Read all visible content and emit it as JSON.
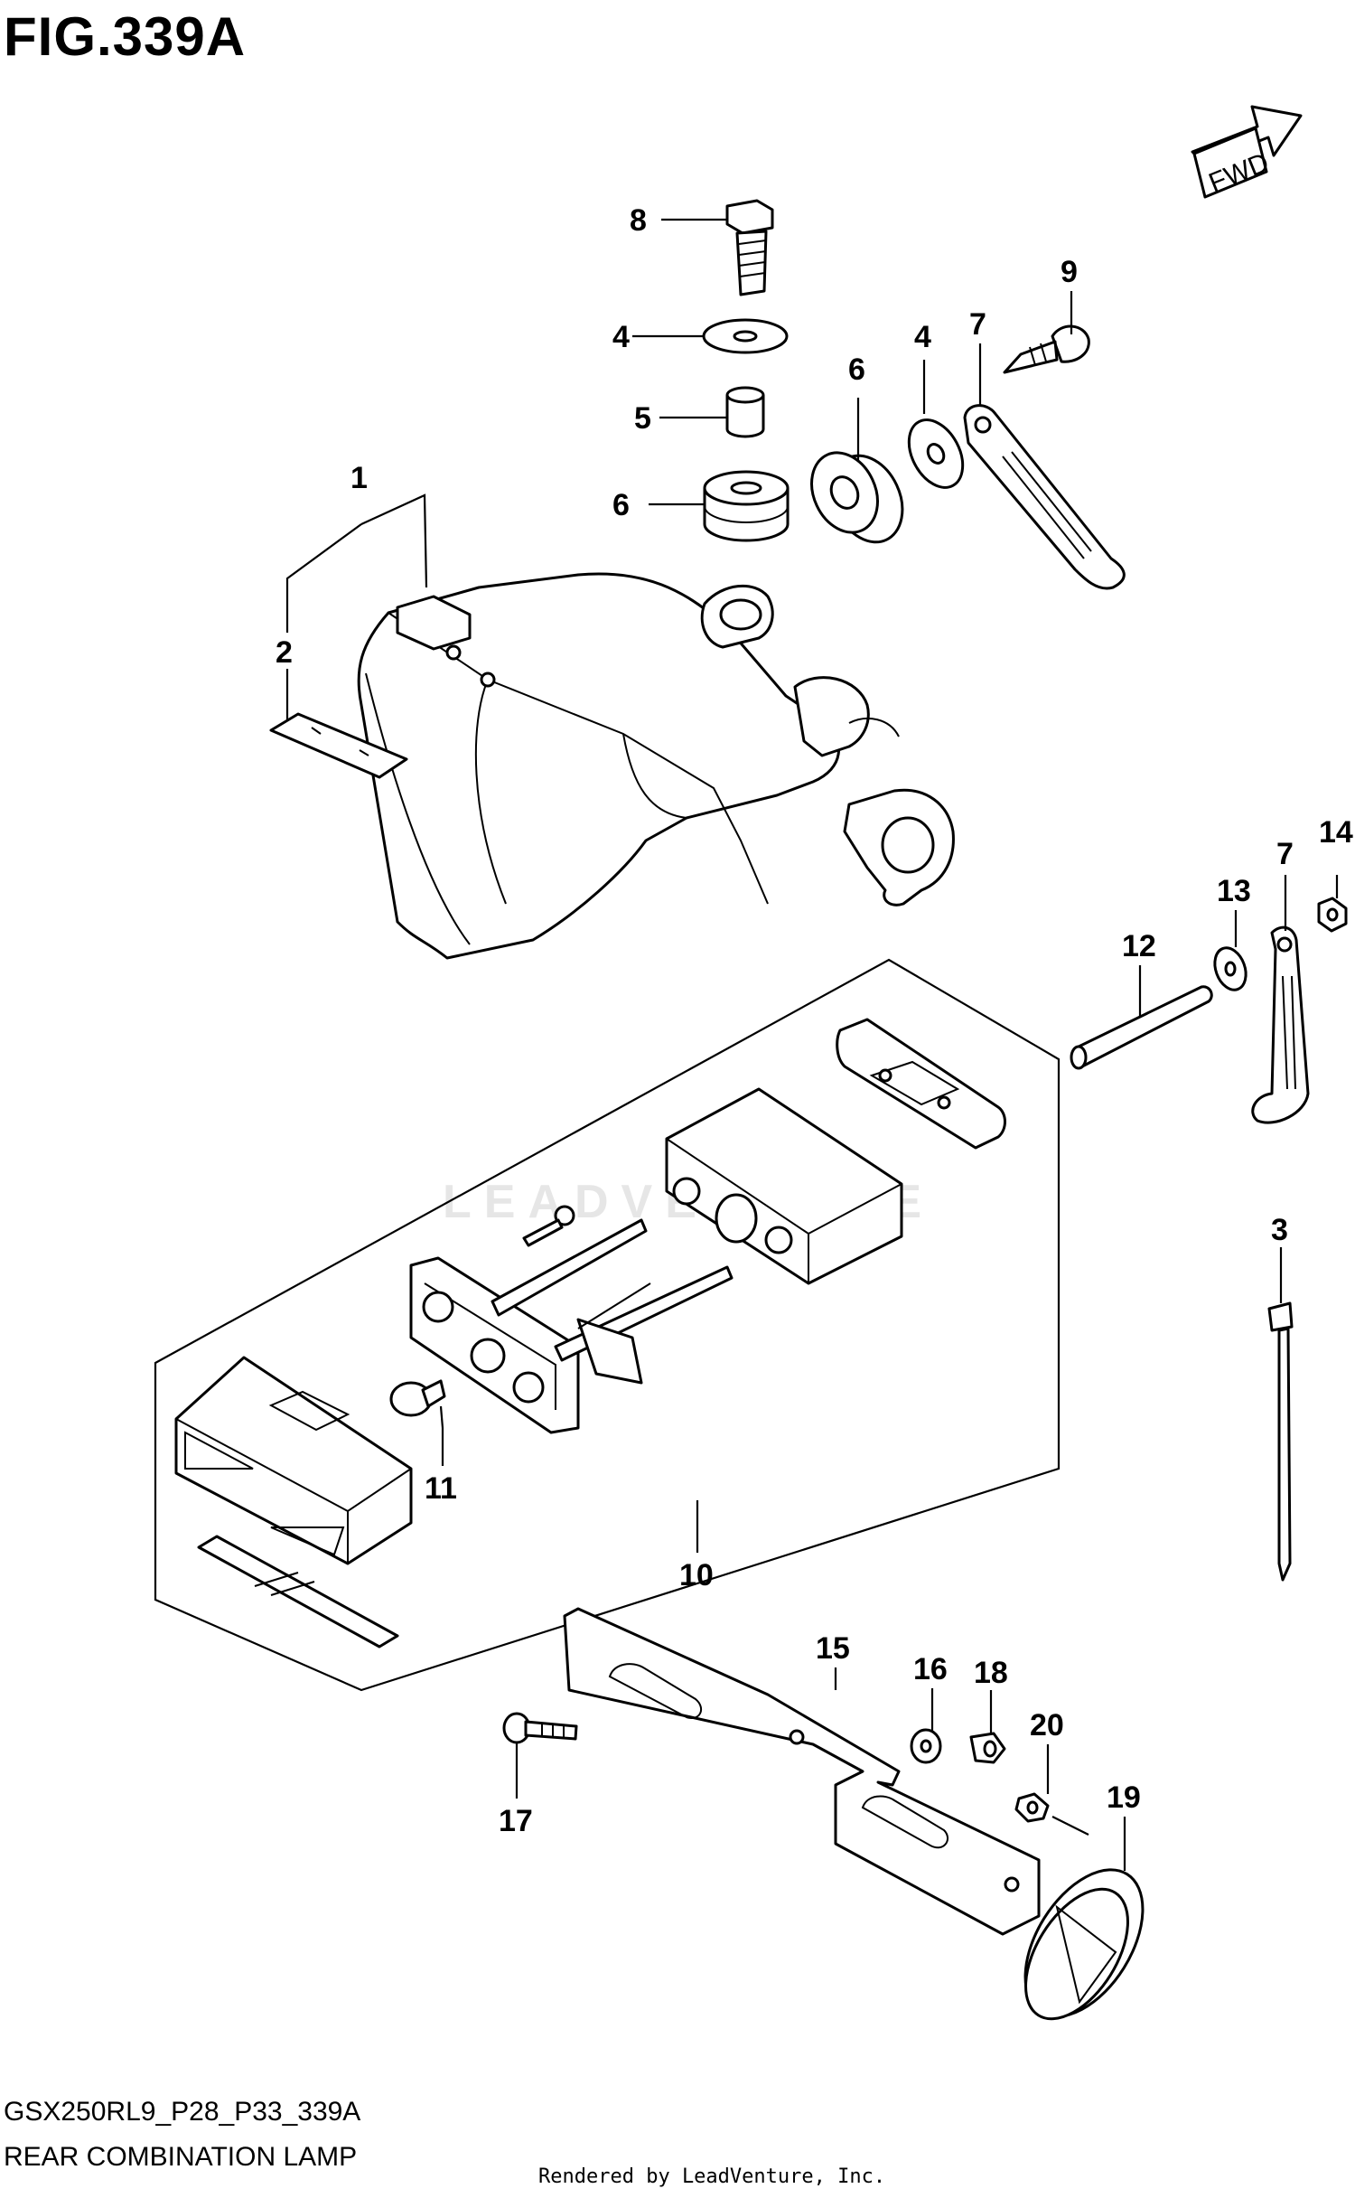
{
  "figure": {
    "title": "FIG.339A",
    "fwd_label": "FWD"
  },
  "watermark": "LEADVENTURE",
  "footer": {
    "model_code": "GSX250RL9_P28_P33_339A",
    "caption": "REAR COMBINATION LAMP",
    "rendered_by": "Rendered by LeadVenture, Inc."
  },
  "callouts": [
    {
      "id": "c1",
      "number": "1"
    },
    {
      "id": "c2",
      "number": "2"
    },
    {
      "id": "c3",
      "number": "3"
    },
    {
      "id": "c4a",
      "number": "4"
    },
    {
      "id": "c4b",
      "number": "4"
    },
    {
      "id": "c5",
      "number": "5"
    },
    {
      "id": "c6a",
      "number": "6"
    },
    {
      "id": "c6b",
      "number": "6"
    },
    {
      "id": "c7a",
      "number": "7"
    },
    {
      "id": "c7b",
      "number": "7"
    },
    {
      "id": "c8",
      "number": "8"
    },
    {
      "id": "c9",
      "number": "9"
    },
    {
      "id": "c10",
      "number": "10"
    },
    {
      "id": "c11",
      "number": "11"
    },
    {
      "id": "c12",
      "number": "12"
    },
    {
      "id": "c13",
      "number": "13"
    },
    {
      "id": "c14",
      "number": "14"
    },
    {
      "id": "c15",
      "number": "15"
    },
    {
      "id": "c16",
      "number": "16"
    },
    {
      "id": "c17",
      "number": "17"
    },
    {
      "id": "c18",
      "number": "18"
    },
    {
      "id": "c19",
      "number": "19"
    },
    {
      "id": "c20",
      "number": "20"
    }
  ]
}
